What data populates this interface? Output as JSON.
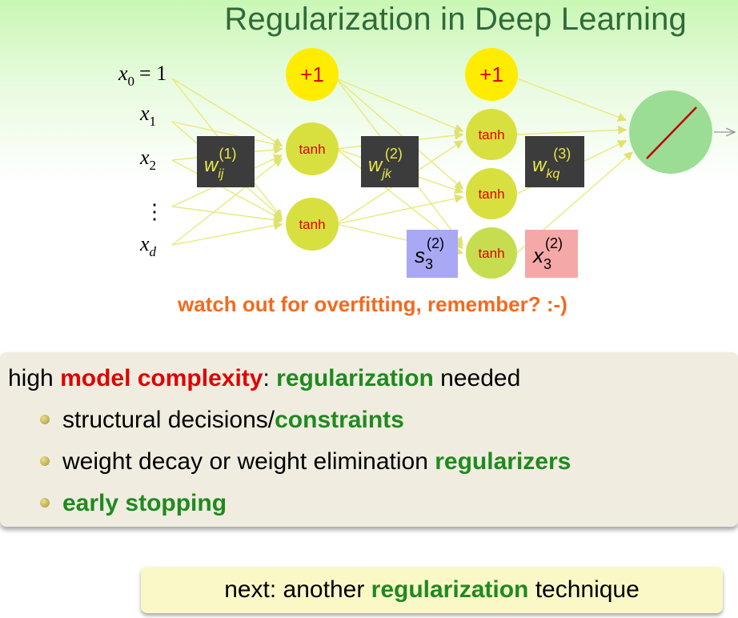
{
  "title": "Regularization in Deep Learning",
  "network": {
    "inputs": {
      "x0": "x",
      "x0_sub": "0",
      "x0_eq": "= 1",
      "x1": "x",
      "x1_sub": "1",
      "x2": "x",
      "x2_sub": "2",
      "dots": "⋮",
      "xd": "x",
      "xd_sub": "d"
    },
    "bias_label": "+1",
    "neuron_label": "tanh",
    "weights": {
      "w1": {
        "base": "w",
        "sub": "ij",
        "sup": "(1)"
      },
      "w2": {
        "base": "w",
        "sub": "jk",
        "sup": "(2)"
      },
      "w3": {
        "base": "w",
        "sub": "kq",
        "sup": "(3)"
      }
    },
    "s_label": {
      "base": "s",
      "sub": "3",
      "sup": "(2)"
    },
    "x_label": {
      "base": "x",
      "sub": "3",
      "sup": "(2)"
    },
    "colors": {
      "bias": "#ffec00",
      "neuron": "#d8e040",
      "output": "#9bdd95",
      "weight_box": "#3c3c3c",
      "weight_text": "#e8e84a",
      "s_box": "#a8a8f5",
      "x_box": "#f5a8a8",
      "edge": "#e8ea7a"
    }
  },
  "warning": "watch out for overfitting, remember? :-)",
  "summary": {
    "lead_1": "high ",
    "lead_red": "model complexity",
    "lead_2": ": ",
    "lead_green": "regularization",
    "lead_3": " needed",
    "bullets": [
      {
        "text": "structural decisions/",
        "highlight": "constraints"
      },
      {
        "text": "weight decay or weight elimination ",
        "highlight": "regularizers"
      },
      {
        "text": "",
        "highlight": "early stopping"
      }
    ]
  },
  "next": {
    "text_1": "next: another ",
    "highlight": "regularization",
    "text_2": " technique"
  }
}
